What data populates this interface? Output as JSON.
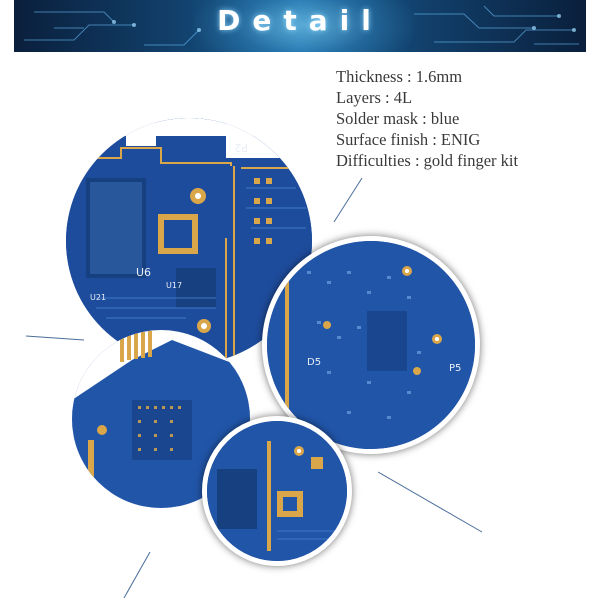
{
  "banner": {
    "title": "Detail"
  },
  "specs": [
    "Thickness : 1.6mm",
    "Layers : 4L",
    "Solder mask : blue",
    "Surface finish : ENIG",
    "Difficulties : gold finger kit"
  ],
  "pcb_labels": {
    "p2": "P2",
    "u6": "U6",
    "u21": "U21",
    "u17": "U17",
    "d5": "D5",
    "p5": "P5"
  },
  "colors": {
    "board": "#1f4fa0",
    "trace": "#3f78c8",
    "gold": "#d9a64a",
    "text": "#3a3a3a"
  }
}
